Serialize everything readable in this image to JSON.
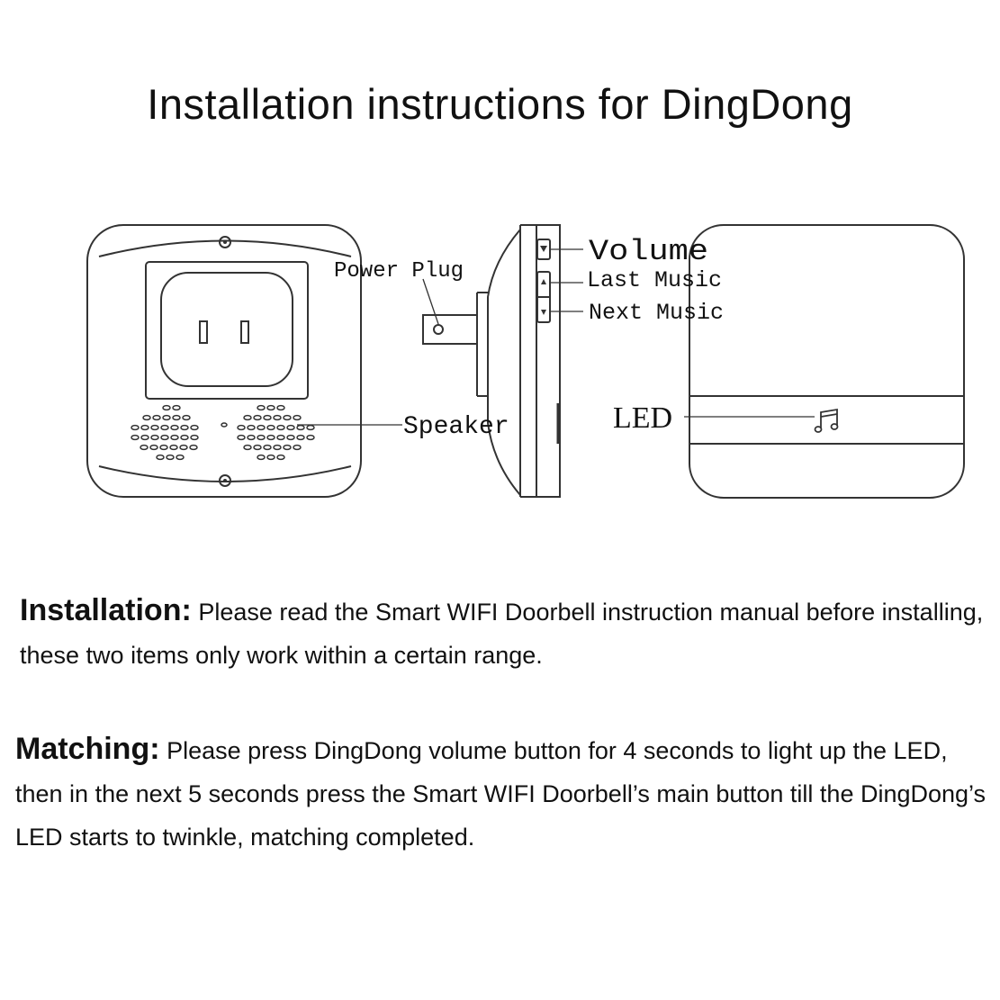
{
  "title": "Installation instructions for DingDong",
  "callouts": {
    "power_plug": "Power Plug",
    "speaker": "Speaker",
    "volume": "Volume",
    "last_music": "Last Music",
    "next_music": "Next Music",
    "led": "LED"
  },
  "sections": {
    "installation": {
      "heading": "Installation:",
      "body": "Please read the Smart WIFI Doorbell instruction manual before installing, these two items only work within a certain range."
    },
    "matching": {
      "heading": "Matching:",
      "body": "Please press DingDong volume button for 4 seconds to light up the LED, then in the next 5 seconds press the Smart WIFI Doorbell’s main button till the DingDong’s LED starts to twinkle, matching completed."
    }
  },
  "colors": {
    "line": "#333333",
    "text": "#111111",
    "background": "#ffffff"
  }
}
